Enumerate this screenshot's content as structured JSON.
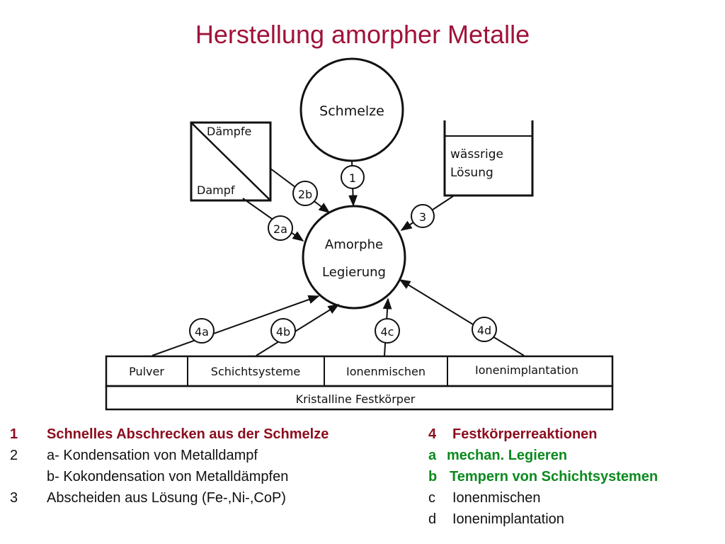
{
  "title": "Herstellung amorpher Metalle",
  "colors": {
    "title": "#a0123a",
    "heading_red": "#8b0d1e",
    "green": "#0b8a1e"
  },
  "diagram": {
    "melt": "Schmelze",
    "vapors_top": "Dämpfe",
    "vapor_bottom": "Dampf",
    "solution_line1": "wässrige",
    "solution_line2": "Lösung",
    "alloy_line1": "Amorphe",
    "alloy_line2": "Legierung",
    "labels": {
      "l1": "1",
      "l2a": "2a",
      "l2b": "2b",
      "l3": "3",
      "l4a": "4a",
      "l4b": "4b",
      "l4c": "4c",
      "l4d": "4d"
    },
    "sources": [
      "Pulver",
      "Schichtsysteme",
      "Ionenmischen",
      "Ionenimplantation"
    ],
    "base": "Kristalline Festkörper"
  },
  "legend_left": [
    {
      "num": "1",
      "text": "Schnelles Abschrecken aus der Schmelze"
    },
    {
      "num": "2",
      "text": "a- Kondensation von Metalldampf"
    },
    {
      "num": "",
      "text": "b- Kokondensation  von Metalldämpfen"
    },
    {
      "num": "3",
      "text": "Abscheiden aus Lösung (Fe-,Ni-,CoP)"
    }
  ],
  "legend_right": [
    {
      "num": "4",
      "text": "Festkörperreaktionen"
    },
    {
      "num": "a",
      "text": "mechan. Legieren"
    },
    {
      "num": "b",
      "text": "Tempern von Schichtsystemen"
    },
    {
      "num": "c",
      "text": "Ionenmischen"
    },
    {
      "num": "d",
      "text": "Ionenimplantation"
    }
  ]
}
